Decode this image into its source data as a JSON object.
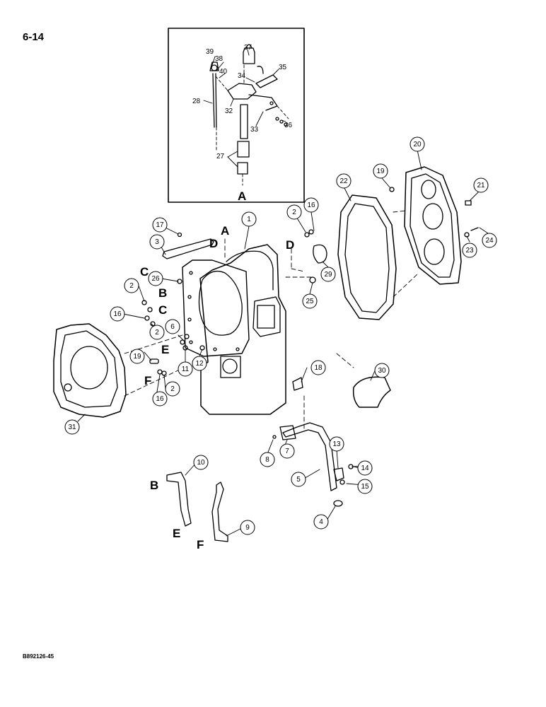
{
  "page_number": "6-14",
  "document_code": "B892126-45",
  "inset_label": "A",
  "inset_numbers": [
    "37",
    "39",
    "38",
    "40",
    "35",
    "34",
    "28",
    "32",
    "33",
    "36",
    "27"
  ],
  "callouts": [
    "1",
    "2",
    "2",
    "2",
    "2",
    "3",
    "4",
    "5",
    "6",
    "7",
    "8",
    "9",
    "10",
    "11",
    "12",
    "13",
    "14",
    "15",
    "16",
    "16",
    "16",
    "17",
    "18",
    "19",
    "19",
    "20",
    "21",
    "22",
    "23",
    "24",
    "25",
    "26",
    "29",
    "30",
    "31"
  ],
  "connection_letters": [
    "A",
    "B",
    "B",
    "C",
    "C",
    "D",
    "D",
    "E",
    "E",
    "F",
    "F"
  ]
}
